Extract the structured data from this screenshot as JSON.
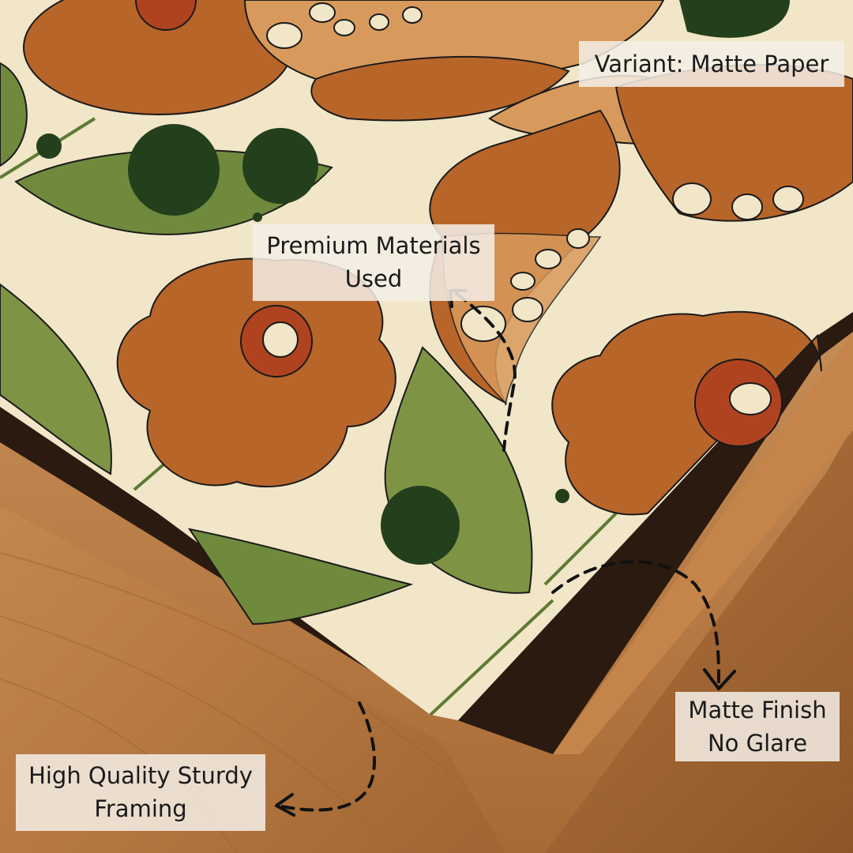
{
  "callouts": {
    "variant": {
      "line1": "Variant: Matte Paper"
    },
    "premium": {
      "line1": "Premium Materials",
      "line2": "Used"
    },
    "matte": {
      "line1": "Matte Finish",
      "line2": "No Glare"
    },
    "framing": {
      "line1": "High Quality Sturdy",
      "line2": "Framing"
    }
  },
  "colors": {
    "paper": "#f1e6c8",
    "orange": "#b8652a",
    "rust": "#b0431f",
    "olive": "#6f8a3c",
    "dark_green": "#243f1c",
    "wood": "#c8874c",
    "frame_shadow": "#2a1a10"
  },
  "icons": [
    "dashed-arrow-icon"
  ]
}
